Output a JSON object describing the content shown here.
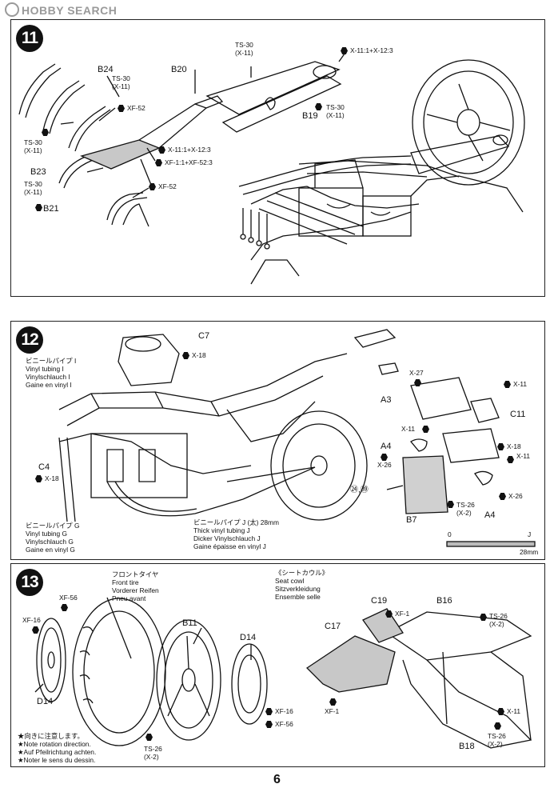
{
  "watermark": "HOBBY SEARCH",
  "page_number": "6",
  "step11": {
    "number": "11",
    "parts": {
      "b24": "B24",
      "b20": "B20",
      "b19": "B19",
      "b23": "B23",
      "b21": "B21"
    },
    "callouts": {
      "ts30_top": "TS-30",
      "x11_top": "(X-11)",
      "xmix_top": "X-11:1+X-12:3",
      "ts30_b24": "TS-30",
      "x11_b24": "(X-11)",
      "xf52_a": "XF-52",
      "ts30_b19": "TS-30",
      "x11_b19": "(X-11)",
      "ts30_left": "TS-30",
      "x11_left": "(X-11)",
      "xmix_mid": "X-11:1+X-12:3",
      "xfmix": "XF-1:1+XF-52:3",
      "ts30_b23": "TS-30",
      "x11_b23": "(X-11)",
      "xf52_b": "XF-52"
    }
  },
  "step12": {
    "number": "12",
    "parts": {
      "c7": "C7",
      "c4": "C4",
      "a3": "A3",
      "c11": "C11",
      "a4a": "A4",
      "a4b": "A4",
      "b7": "B7"
    },
    "callouts": {
      "x18_c7": "X-18",
      "x18_c4": "X-18",
      "x27": "X-27",
      "x11_a3": "X-11",
      "x11_a4": "X-11",
      "x26_a4": "X-26",
      "x18_c11": "X-18",
      "x11_r": "X-11",
      "x26_r": "X-26",
      "ts26": "TS-26",
      "x2": "(X-2)",
      "decals": "㉔,㊴"
    },
    "tube_i": [
      "ビニールパイプ I",
      "Vinyl tubing I",
      "Vinylschlauch I",
      "Gaine en vinyl I"
    ],
    "tube_g": [
      "ビニールパイプ G",
      "Vinyl tubing G",
      "Vinylschlauch G",
      "Gaine en vinyl G"
    ],
    "tube_j": [
      "ビニールパイプ J (太) 28mm",
      "Thick vinyl tubing J",
      "Dicker Vinylschlauch J",
      "Gaine épaisse en vinyl J"
    ],
    "scale": {
      "zero": "0",
      "j": "J",
      "mm": "28mm"
    }
  },
  "step13": {
    "number": "13",
    "front_tire": [
      "フロントタイヤ",
      "Front tire",
      "Vorderer Reifen",
      "Pneu avant"
    ],
    "seat_cowl": [
      "《シートカウル》",
      "Seat cowl",
      "Sitzverkleidung",
      "Ensemble selle"
    ],
    "parts": {
      "d14a": "D14",
      "b11": "B11",
      "d14b": "D14",
      "c17": "C17",
      "c19": "C19",
      "b16": "B16",
      "b18": "B18"
    },
    "callouts": {
      "xf56_l": "XF-56",
      "xf16_l": "XF-16",
      "ts26_w": "TS-26",
      "x2_w": "(X-2)",
      "xf16_r": "XF-16",
      "xf56_r": "XF-56",
      "xf1_a": "XF-1",
      "xf1_b": "XF-1",
      "ts26_s": "TS-26",
      "x2_s": "(X-2)",
      "x11_s": "X-11",
      "ts26_b": "TS-26",
      "x2_b": "(X-2)"
    },
    "note": [
      "★向きに注意します。",
      "★Note rotation direction.",
      "★Auf Pfeilrichtung achten.",
      "★Noter le sens du dessin."
    ]
  }
}
